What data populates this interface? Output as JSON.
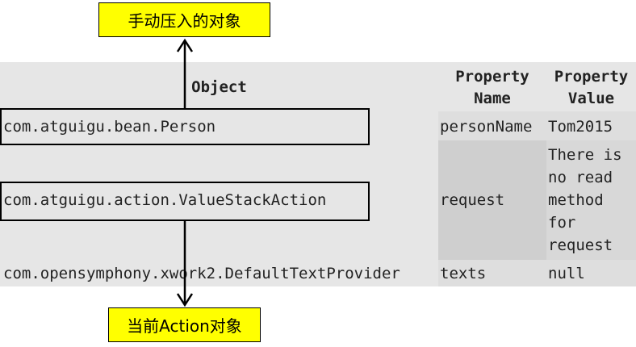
{
  "callouts": {
    "top_label": "手动压入的对象",
    "bottom_label": "当前Action对象"
  },
  "table": {
    "headers": {
      "object": "Object",
      "property_name_line1": "Property",
      "property_name_line2": "Name",
      "property_value_line1": "Property",
      "property_value_line2": "Value"
    },
    "rows": [
      {
        "object": "com.atguigu.bean.Person",
        "property_name": "personName",
        "property_value": "Tom2015"
      },
      {
        "object": "com.atguigu.action.ValueStackAction",
        "property_name": "request",
        "property_value_lines": [
          "There is",
          "no read",
          "method",
          "for",
          "request"
        ]
      },
      {
        "object": "com.opensymphony.xwork2.DefaultTextProvider",
        "property_name": "texts",
        "property_value": "null"
      }
    ]
  },
  "colors": {
    "callout_fill": "#ffff00",
    "table_bg": "#e6e6e6"
  }
}
